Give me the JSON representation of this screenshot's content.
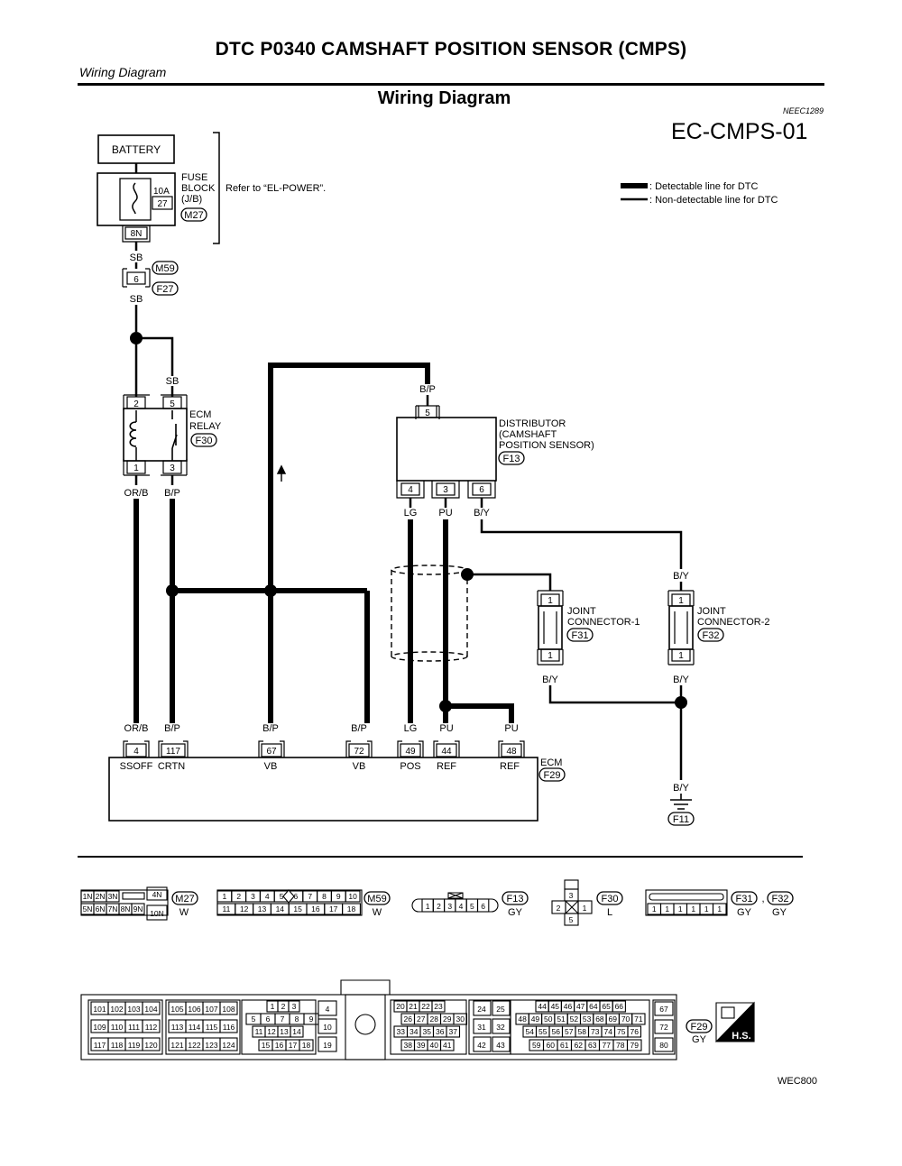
{
  "page": {
    "title": "DTC P0340 CAMSHAFT POSITION SENSOR (CMPS)",
    "subtitle": "Wiring Diagram",
    "section_title": "Wiring Diagram",
    "code": "NEEC1289",
    "diagram_id": "EC-CMPS-01",
    "figure_id": "WEC800"
  },
  "legend": {
    "detectable": ": Detectable line for DTC",
    "non_detectable": ": Non-detectable line for DTC"
  },
  "labels": {
    "battery": "BATTERY",
    "fuse_block": [
      "FUSE",
      "BLOCK",
      "(J/B)"
    ],
    "fuse_amp": "10A",
    "fuse_no": "27",
    "refer": "Refer to “EL-POWER”.",
    "conn_8n": "8N",
    "m27": "M27",
    "m59": "M59",
    "f27": "F27",
    "sb": "SB",
    "pin6": "6",
    "ecm_relay": [
      "ECM",
      "RELAY"
    ],
    "f30": "F30",
    "relay_pins": [
      "2",
      "5",
      "1",
      "3"
    ],
    "orb": "OR/B",
    "bp": "B/P",
    "lg": "LG",
    "pu": "PU",
    "by": "B/Y",
    "distributor": [
      "DISTRIBUTOR",
      "(CAMSHAFT",
      "POSITION SENSOR)"
    ],
    "f13": "F13",
    "dist_pins": [
      "5",
      "4",
      "3",
      "6"
    ],
    "jc1": [
      "JOINT",
      "CONNECTOR-1"
    ],
    "f31": "F31",
    "jc2": [
      "JOINT",
      "CONNECTOR-2"
    ],
    "f32": "F32",
    "jpin": "1",
    "ecm": "ECM",
    "f29": "F29",
    "f11": "F11",
    "ecm_pins": [
      "4",
      "117",
      "67",
      "72",
      "49",
      "44",
      "48"
    ],
    "ecm_terms": [
      "SSOFF",
      "CRTN",
      "VB",
      "VB",
      "POS",
      "REF",
      "REF"
    ]
  },
  "connectors": {
    "m27_top": [
      "1N",
      "2N",
      "3N"
    ],
    "m27_bot": [
      "5N",
      "6N",
      "7N",
      "8N",
      "9N"
    ],
    "m27_4n": "4N",
    "m27_10n": "10N",
    "w": "W",
    "m59_top": [
      "1",
      "2",
      "3",
      "4",
      "5",
      "6",
      "7",
      "8",
      "9",
      "10"
    ],
    "m59_bot": [
      "11",
      "12",
      "13",
      "14",
      "15",
      "16",
      "17",
      "18"
    ],
    "f13_pins": [
      "1",
      "2",
      "3",
      "4",
      "5",
      "6"
    ],
    "gy": "GY",
    "f30_pins": [
      "3",
      "2",
      "1",
      "5"
    ],
    "l": "L",
    "f31_pins": [
      "1",
      "1",
      "1",
      "1",
      "1",
      "1"
    ],
    "comma": ",",
    "hs": "H.S.",
    "ecm_row1_a": [
      "101",
      "102",
      "103",
      "104"
    ],
    "ecm_row2_a": [
      "109",
      "110",
      "111",
      "112"
    ],
    "ecm_row3_a": [
      "117",
      "118",
      "119",
      "120"
    ],
    "ecm_row1_b": [
      "105",
      "106",
      "107",
      "108"
    ],
    "ecm_row2_b": [
      "113",
      "114",
      "115",
      "116"
    ],
    "ecm_row3_b": [
      "121",
      "122",
      "123",
      "124"
    ],
    "ecm_row1_c": [
      "1",
      "2",
      "3"
    ],
    "ecm_row2_c": [
      "5",
      "6",
      "7",
      "8",
      "9"
    ],
    "ecm_row3_c": [
      "11",
      "12",
      "13",
      "14"
    ],
    "ecm_row4_c": [
      "15",
      "16",
      "17",
      "18"
    ],
    "ecm_col_d": [
      "4",
      "10",
      "19"
    ],
    "ecm_row1_e": [
      "20",
      "21",
      "22",
      "23"
    ],
    "ecm_row2_e": [
      "26",
      "27",
      "28",
      "29",
      "30"
    ],
    "ecm_row3_e": [
      "33",
      "34",
      "35",
      "36",
      "37"
    ],
    "ecm_row4_e": [
      "38",
      "39",
      "40",
      "41"
    ],
    "ecm_col_f1": [
      "24",
      "31",
      "42"
    ],
    "ecm_col_f2": [
      "25",
      "32",
      "43"
    ],
    "ecm_row1_g": [
      "44",
      "45",
      "46",
      "47",
      "64",
      "65",
      "66"
    ],
    "ecm_row2_g": [
      "48",
      "49",
      "50",
      "51",
      "52",
      "53",
      "68",
      "69",
      "70",
      "71"
    ],
    "ecm_row3_g": [
      "54",
      "55",
      "56",
      "57",
      "58",
      "73",
      "74",
      "75",
      "76"
    ],
    "ecm_row4_g": [
      "59",
      "60",
      "61",
      "62",
      "63",
      "77",
      "78",
      "79"
    ],
    "ecm_col_h": [
      "67",
      "72",
      "80"
    ]
  }
}
